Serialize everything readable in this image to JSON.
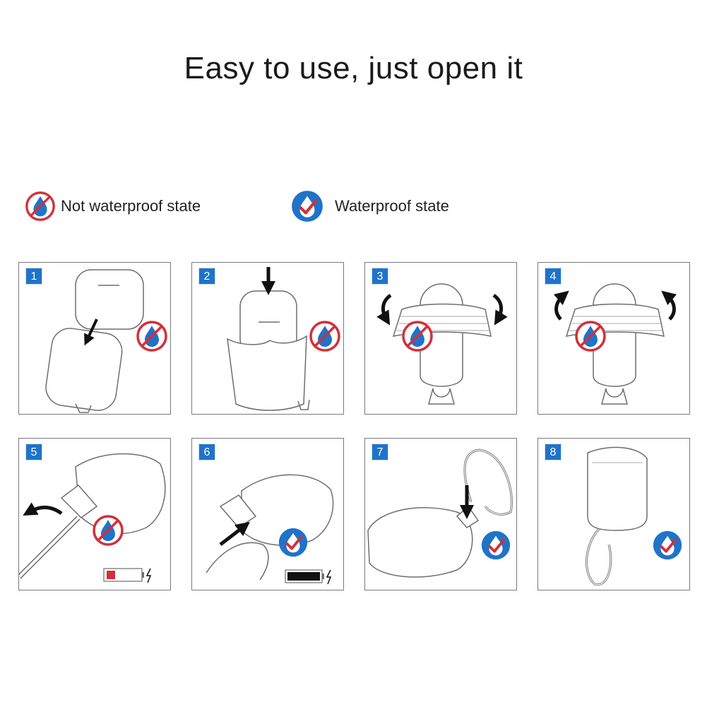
{
  "title": "Easy to use, just open it",
  "legend": {
    "not_waterproof": {
      "label": "Not waterproof state",
      "icon": "not-waterproof-icon",
      "color": "#d32f3a"
    },
    "waterproof": {
      "label": "Waterproof state",
      "icon": "waterproof-icon",
      "color": "#1f73c9"
    }
  },
  "colors": {
    "accent_blue": "#1f73c9",
    "warn_red": "#d32f3a",
    "outline": "#6e6e6e"
  },
  "steps": [
    {
      "number": "1",
      "state": "not-waterproof"
    },
    {
      "number": "2",
      "state": "not-waterproof"
    },
    {
      "number": "3",
      "state": "not-waterproof"
    },
    {
      "number": "4",
      "state": "not-waterproof"
    },
    {
      "number": "5",
      "state": "not-waterproof"
    },
    {
      "number": "6",
      "state": "waterproof"
    },
    {
      "number": "7",
      "state": "waterproof"
    },
    {
      "number": "8",
      "state": "waterproof"
    }
  ]
}
